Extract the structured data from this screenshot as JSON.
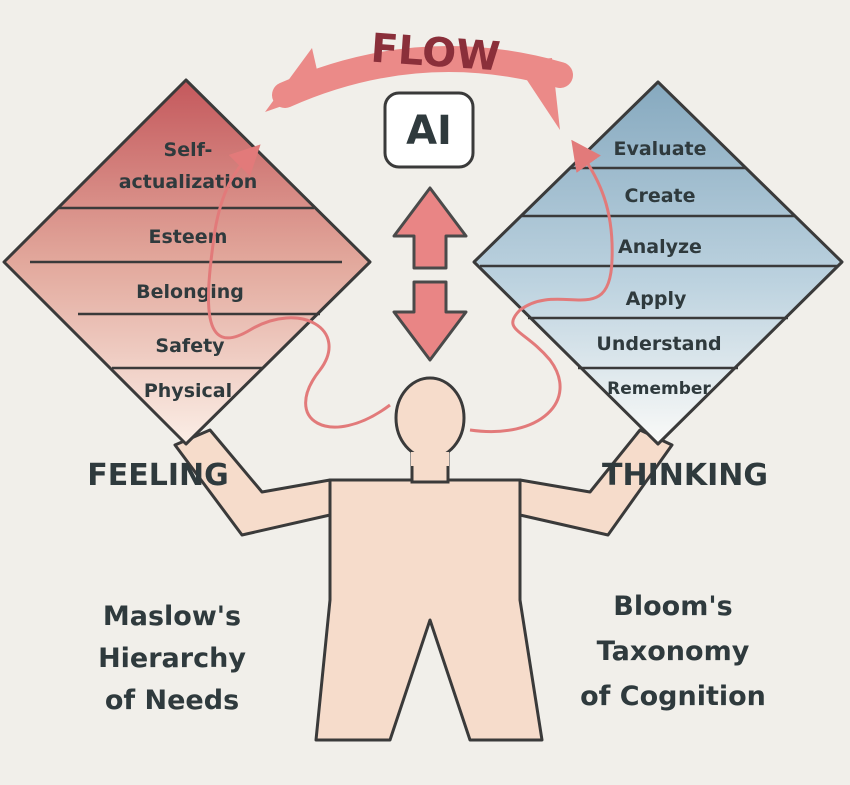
{
  "title": "FLOW",
  "center_box": "AI",
  "maslow": {
    "levels": [
      "Self-",
      "actualization",
      "Esteem",
      "Belonging",
      "Safety",
      "Physical"
    ],
    "side_label": "FEELING",
    "caption": [
      "Maslow's",
      "Hierarchy",
      "of Needs"
    ]
  },
  "bloom": {
    "levels": [
      "Evaluate",
      "Create",
      "Analyze",
      "Apply",
      "Understand",
      "Remember"
    ],
    "side_label": "THINKING",
    "caption": [
      "Bloom's",
      "Taxonomy",
      "of Cognition"
    ]
  },
  "colors": {
    "background": "#f1efea",
    "maslow_dark": "#c8676a",
    "bloom_dark": "#8fb0c4",
    "arrow": "#e98585",
    "figure": "#f6dccb",
    "outline": "#3a3a3a",
    "text": "#2f3a3d"
  },
  "icons": [
    "left-curved-arrow-icon",
    "right-curved-arrow-icon",
    "up-arrow-icon",
    "down-arrow-icon",
    "loop-arrow-icon"
  ]
}
